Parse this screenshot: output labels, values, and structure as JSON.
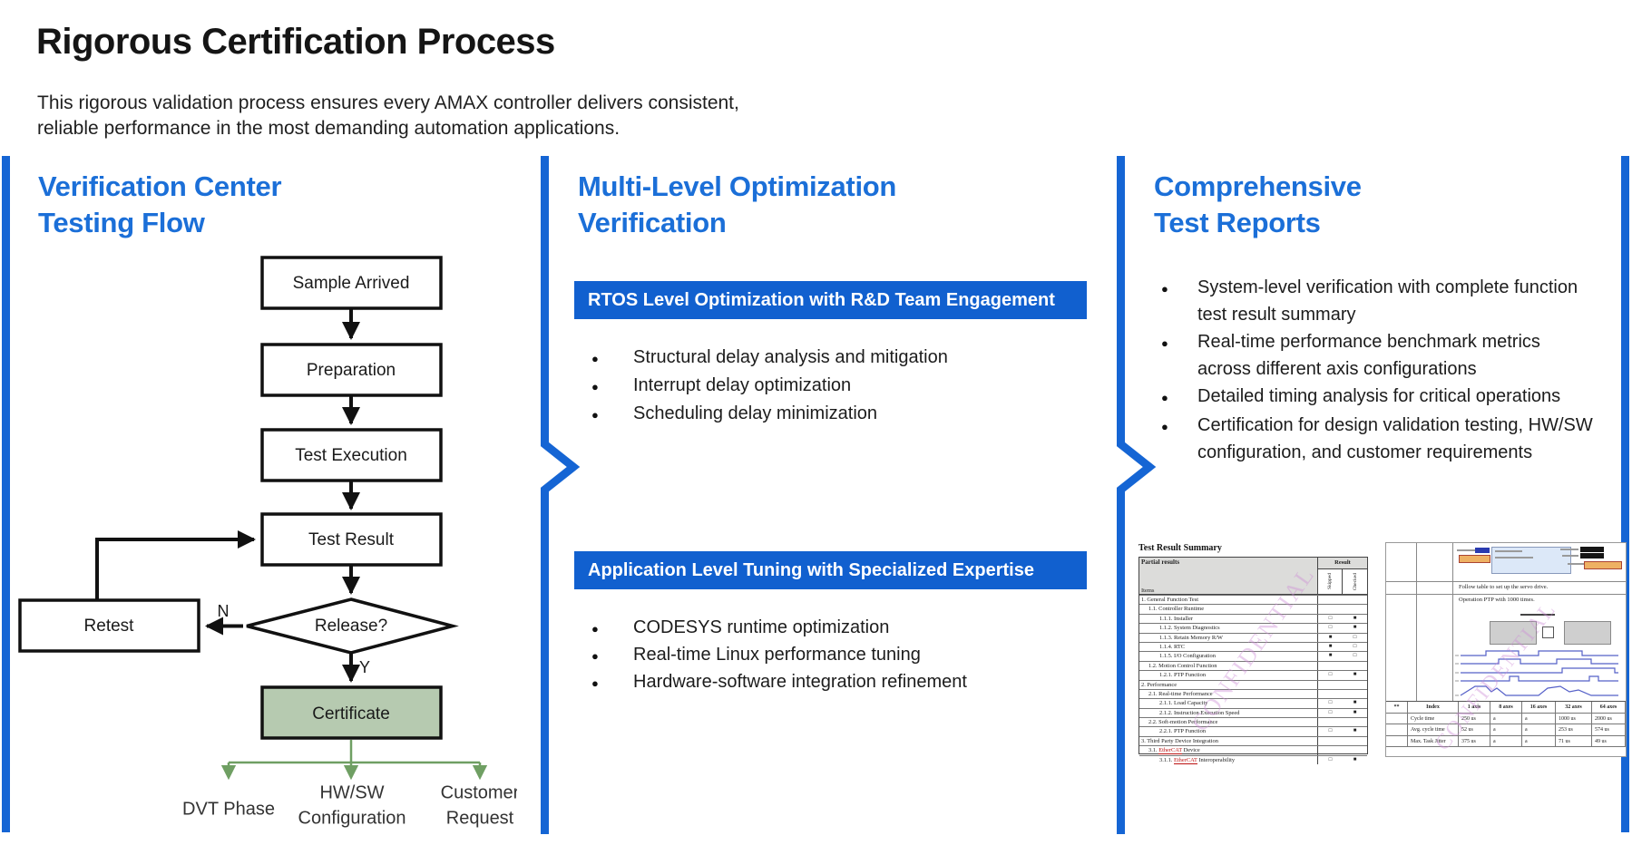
{
  "title": "Rigorous Certification Process",
  "subtitle": {
    "line1": "This rigorous validation process ensures every AMAX controller delivers consistent,",
    "line2": "reliable performance in the most demanding automation applications."
  },
  "bullet_glyph": "●",
  "colors": {
    "bar_blue": "#1565d4",
    "heading_blue": "#1b6fd8",
    "banner_blue": "#1160cf",
    "certificate_green": "#b6cab0",
    "arrow_green": "#6f9f63"
  },
  "col1": {
    "heading1": "Verification Center",
    "heading2": "Testing Flow",
    "flow": {
      "n0": "Sample Arrived",
      "n1": "Preparation",
      "n2": "Test Execution",
      "n3": "Test Result",
      "decision": "Release?",
      "no": "N",
      "yes": "Y",
      "retest": "Retest",
      "certificate": "Certificate",
      "out1": "DVT Phase",
      "out2a": "HW/SW",
      "out2b": "Configuration",
      "out3a": "Customer",
      "out3b": "Request"
    }
  },
  "col2": {
    "heading1": "Multi-Level Optimization",
    "heading2": "Verification",
    "sec1": {
      "banner": "RTOS Level Optimization with R&D Team Engagement",
      "b1": "Structural delay analysis and mitigation",
      "b2": "Interrupt delay optimization",
      "b3": "Scheduling delay minimization"
    },
    "sec2": {
      "banner": "Application Level Tuning with Specialized Expertise",
      "b1": "CODESYS runtime optimization",
      "b2": "Real-time Linux performance tuning",
      "b3": "Hardware-software integration refinement"
    }
  },
  "col3": {
    "heading1": "Comprehensive",
    "heading2": "Test Reports",
    "bullets": [
      {
        "l1": "System-level verification with complete function",
        "l2": "test result summary"
      },
      {
        "l1": "Real-time performance benchmark metrics",
        "l2": "across different axis configurations"
      },
      {
        "l1": "Detailed timing analysis for critical operations",
        "l2": ""
      },
      {
        "l1": "Certification for design validation testing, HW/SW",
        "l2": "configuration, and customer requirements"
      }
    ],
    "summary_report": {
      "title": "Test Result Summary",
      "header_left": "Partial results",
      "header_items": "Items",
      "header_result": "Result",
      "col_skipped": "Skipped",
      "col_checked": "Checked",
      "watermark": "CONFIDENTIAL",
      "rows": [
        {
          "t": "1. General Function Test"
        },
        {
          "t": "1.1. Controller Runtime"
        },
        {
          "t": "1.1.1. Installer",
          "s": "□",
          "c": "■"
        },
        {
          "t": "1.1.2. System Diagnostics",
          "s": "□",
          "c": "■"
        },
        {
          "t": "1.1.3. Retain Memory R/W",
          "s": "■",
          "c": "□"
        },
        {
          "t": "1.1.4. RTC",
          "s": "■",
          "c": "□"
        },
        {
          "t": "1.1.5. I/O Configuration",
          "s": "■",
          "c": "□"
        },
        {
          "t": "1.2. Motion Control Function"
        },
        {
          "t": "1.2.1. PTP Function",
          "s": "□",
          "c": "■"
        },
        {
          "t": "2. Performance"
        },
        {
          "t": "2.1. Real-time Performance"
        },
        {
          "t": "2.1.1. Load Capacity",
          "s": "□",
          "c": "■"
        },
        {
          "t": "2.1.2. Instruction Execution Speed",
          "s": "□",
          "c": "■"
        },
        {
          "t": "2.2. Soft-motion Performance"
        },
        {
          "t": "2.2.1. PTP Function",
          "s": "□",
          "c": "■"
        },
        {
          "t": "3. Third Party Device Integration"
        },
        {
          "pre": "3.1. ",
          "red": "EtherCAT",
          "rest": " Device"
        },
        {
          "pre": "3.1.1. ",
          "red": "EtherCAT",
          "rest": " Interoperability",
          "s": "□",
          "c": "■"
        }
      ]
    },
    "timing_report": {
      "line1": "Follow table to set up the servo drive.",
      "line2": "Operation PTP with 1000 times.",
      "watermark": "CONFIDENTIAL",
      "table": {
        "h0": "**",
        "h1": "Index",
        "h2": "1 axis",
        "h3": "8 axes",
        "h4": "16 axes",
        "h5": "32 axes",
        "h6": "64 axes",
        "r0": {
          "c0": "Cycle time",
          "c1": "250 us",
          "c2": "a",
          "c3": "a",
          "c4": "1000 us",
          "c5": "2000 us"
        },
        "r1": {
          "c0": "Avg. cycle time",
          "c1": "52 us",
          "c2": "a",
          "c3": "a",
          "c4": "253 us",
          "c5": "574 us"
        },
        "r2": {
          "c0": "Max. Task Jitter",
          "c1": "375 us",
          "c2": "a",
          "c3": "a",
          "c4": "71 us",
          "c5": "49 us"
        }
      }
    }
  }
}
